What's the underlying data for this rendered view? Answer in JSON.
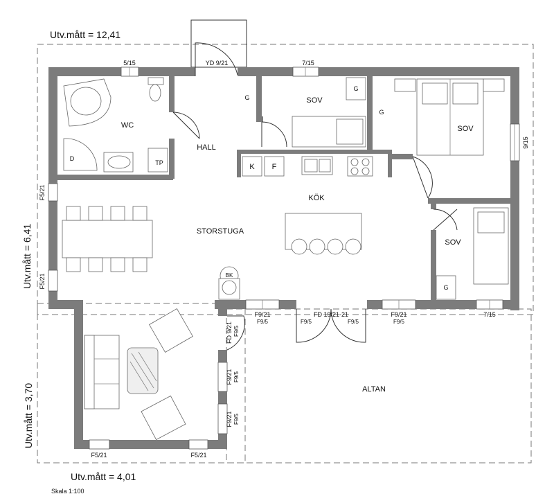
{
  "dimensions": {
    "top": "Utv.mått = 12,41",
    "left_upper": "Utv.mått = 6,41",
    "left_lower": "Utv.mått = 3,70",
    "bottom": "Utv.mått = 4,01",
    "scale": "Skala 1:100"
  },
  "rooms": {
    "wc": "WC",
    "hall": "HALL",
    "sov1": "SOV",
    "sov2": "SOV",
    "sov3": "SOV",
    "kok": "KÖK",
    "storstuga": "STORSTUGA",
    "altan": "ALTAN"
  },
  "fixtures": {
    "d": "D",
    "tp": "TP",
    "g_hall": "G",
    "g_sov1": "G",
    "g_sov2": "G",
    "g_sov3": "G",
    "k": "K",
    "f": "F",
    "bk": "BK"
  },
  "openings": {
    "win_wc_top": "5/15",
    "door_front": "YD 9/21",
    "win_sov_top": "7/15",
    "win_right": "9/15",
    "win_left_upper": "F5/21",
    "win_left_lower": "F5/21",
    "win_bottom_right": "7/15",
    "fd_main": "FD 19/21-21",
    "f9_left_a": "F9/21",
    "f9_left_b": "F9/5",
    "f9_right_a": "F9/21",
    "f9_right_b": "F9/5",
    "fd_side_main": "FD 9/21",
    "fd_side_sub": "F9/5",
    "fd_main_sub_l": "F9/5",
    "fd_main_sub_r": "F9/5",
    "side_win1_a": "F9/21",
    "side_win1_b": "F9/5",
    "side_win2_a": "F9/21",
    "side_win2_b": "F9/5",
    "win_bottom_left": "F5/21",
    "win_bottom_mid": "F5/21"
  }
}
